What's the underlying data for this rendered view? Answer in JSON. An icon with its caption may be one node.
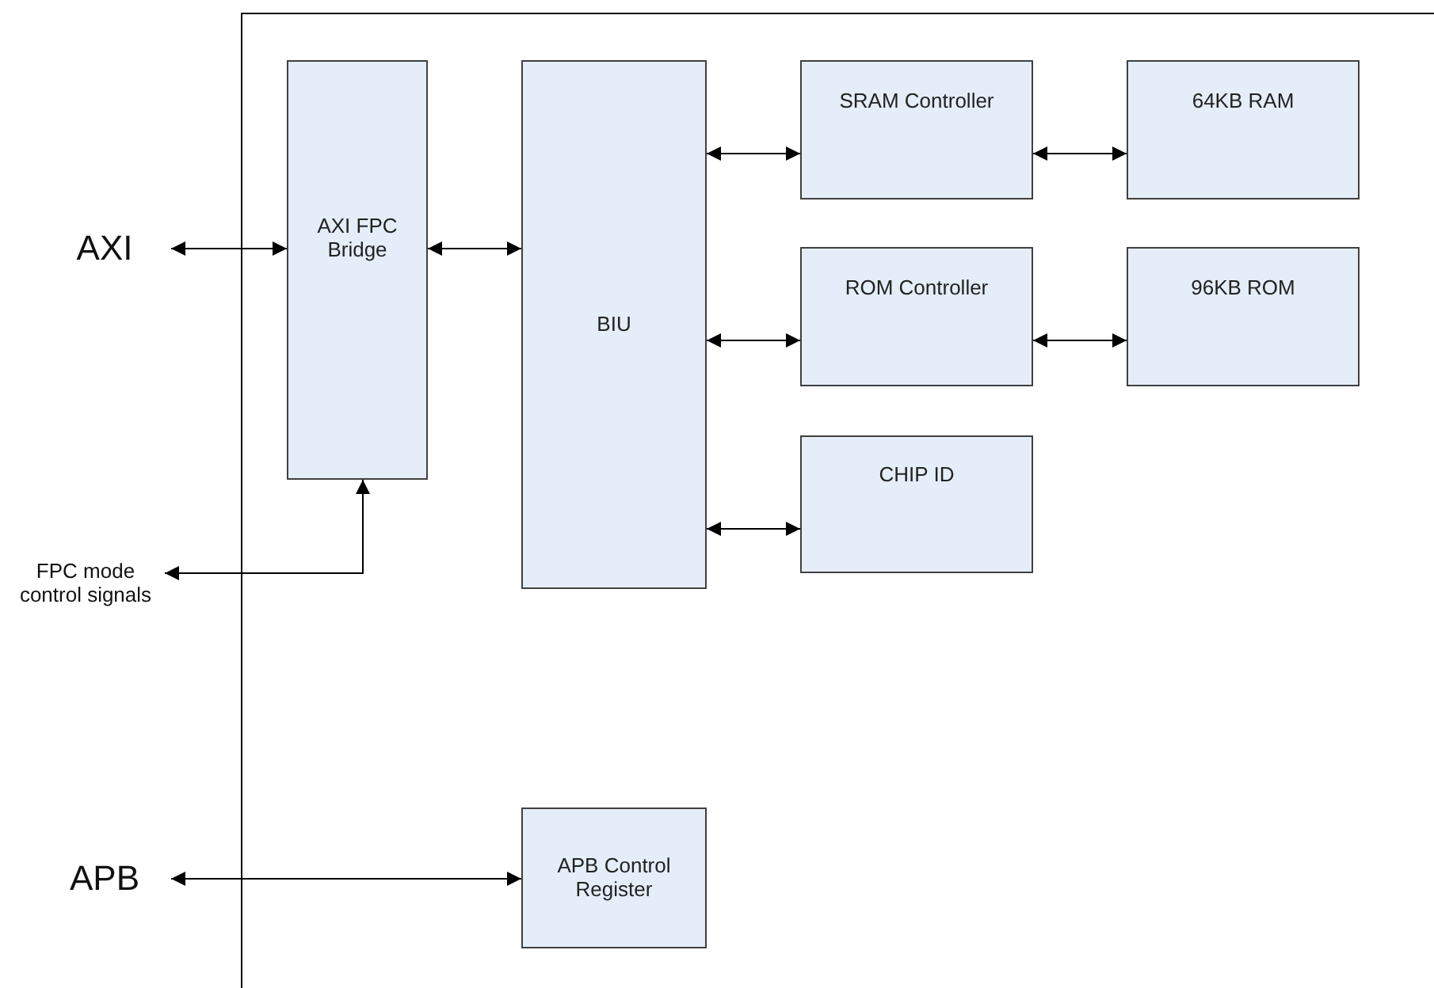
{
  "diagram": {
    "nodes": [
      {
        "text": [
          "AXI"
        ]
      },
      {
        "text": [
          "AXI FPC Bridge"
        ]
      },
      {
        "text": [
          "BIU"
        ]
      },
      {
        "text": [
          "SRAM Controller"
        ]
      },
      {
        "text": [
          "64KB RAM"
        ]
      },
      {
        "text": [
          "ROM Controller"
        ]
      },
      {
        "text": [
          "96KB ROM"
        ]
      },
      {
        "text": [
          "CHIP ID"
        ]
      },
      {
        "text": [
          "FPC mode control signals"
        ]
      },
      {
        "text": [
          "APB"
        ]
      },
      {
        "text": [
          "APB Control Register"
        ]
      }
    ],
    "edges": [
      {
        "from": 0,
        "to": 1,
        "arrow": "both"
      },
      {
        "from": 1,
        "to": 2,
        "arrow": "both"
      },
      {
        "from": 2,
        "to": 3,
        "arrow": "both"
      },
      {
        "from": 3,
        "to": 4,
        "arrow": "both"
      },
      {
        "from": 2,
        "to": 5,
        "arrow": "both"
      },
      {
        "from": 5,
        "to": 6,
        "arrow": "both"
      },
      {
        "from": 2,
        "to": 7,
        "arrow": "both"
      },
      {
        "from": 1,
        "to": 8,
        "arrow": "both"
      },
      {
        "from": 9,
        "to": 10,
        "arrow": "both"
      }
    ]
  }
}
